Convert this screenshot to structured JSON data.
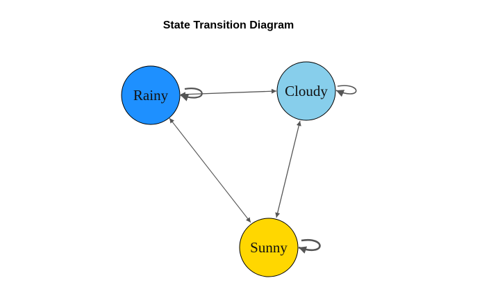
{
  "title": "State Transition Diagram",
  "nodes": [
    {
      "id": "rainy",
      "label": "Rainy",
      "color": "#1E90FF"
    },
    {
      "id": "cloudy",
      "label": "Cloudy",
      "color": "#87CEEB"
    },
    {
      "id": "sunny",
      "label": "Sunny",
      "color": "#FFD700"
    }
  ],
  "edges": [
    {
      "from": "Rainy",
      "to": "Cloudy"
    },
    {
      "from": "Cloudy",
      "to": "Rainy"
    },
    {
      "from": "Rainy",
      "to": "Sunny"
    },
    {
      "from": "Sunny",
      "to": "Rainy"
    },
    {
      "from": "Cloudy",
      "to": "Sunny"
    },
    {
      "from": "Sunny",
      "to": "Cloudy"
    },
    {
      "from": "Rainy",
      "to": "Rainy"
    },
    {
      "from": "Cloudy",
      "to": "Cloudy"
    },
    {
      "from": "Sunny",
      "to": "Sunny"
    }
  ],
  "colors": {
    "edge": "#555555",
    "node_stroke": "#000000"
  }
}
